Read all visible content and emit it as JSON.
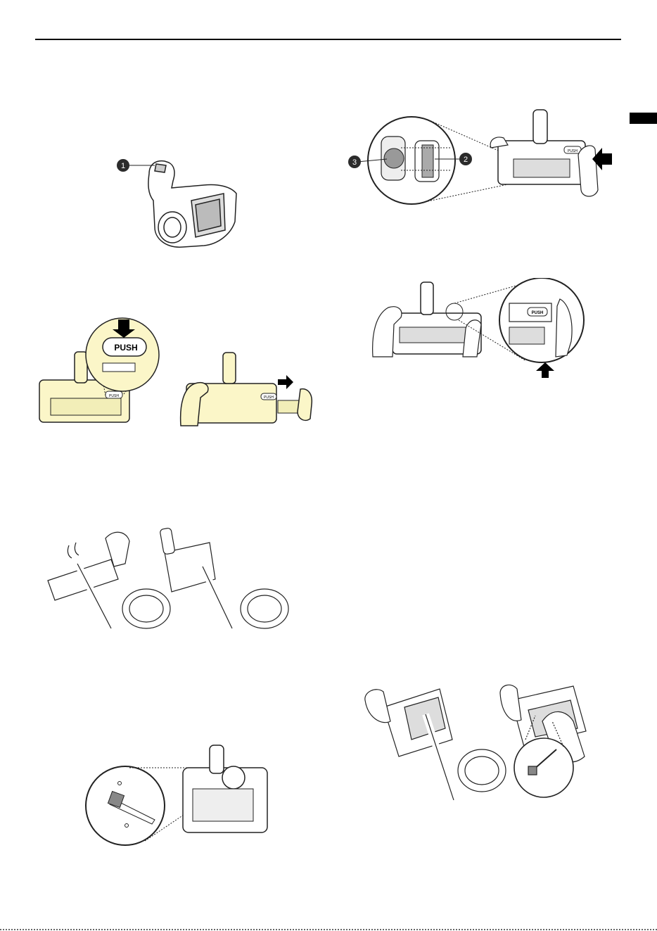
{
  "labels": {
    "push_large": "PUSH",
    "push_small": "PUSH",
    "push_small_2": "PUSH",
    "push_small_3": "PUSH",
    "push_detail": "PUSH",
    "callout_1": "1",
    "callout_2": "2",
    "callout_3": "3"
  },
  "colors": {
    "highlight": "#fbf6c8",
    "line": "#222222",
    "callout_fill": "#2b2b2b",
    "callout_text": "#ffffff",
    "arrow": "#000000"
  }
}
